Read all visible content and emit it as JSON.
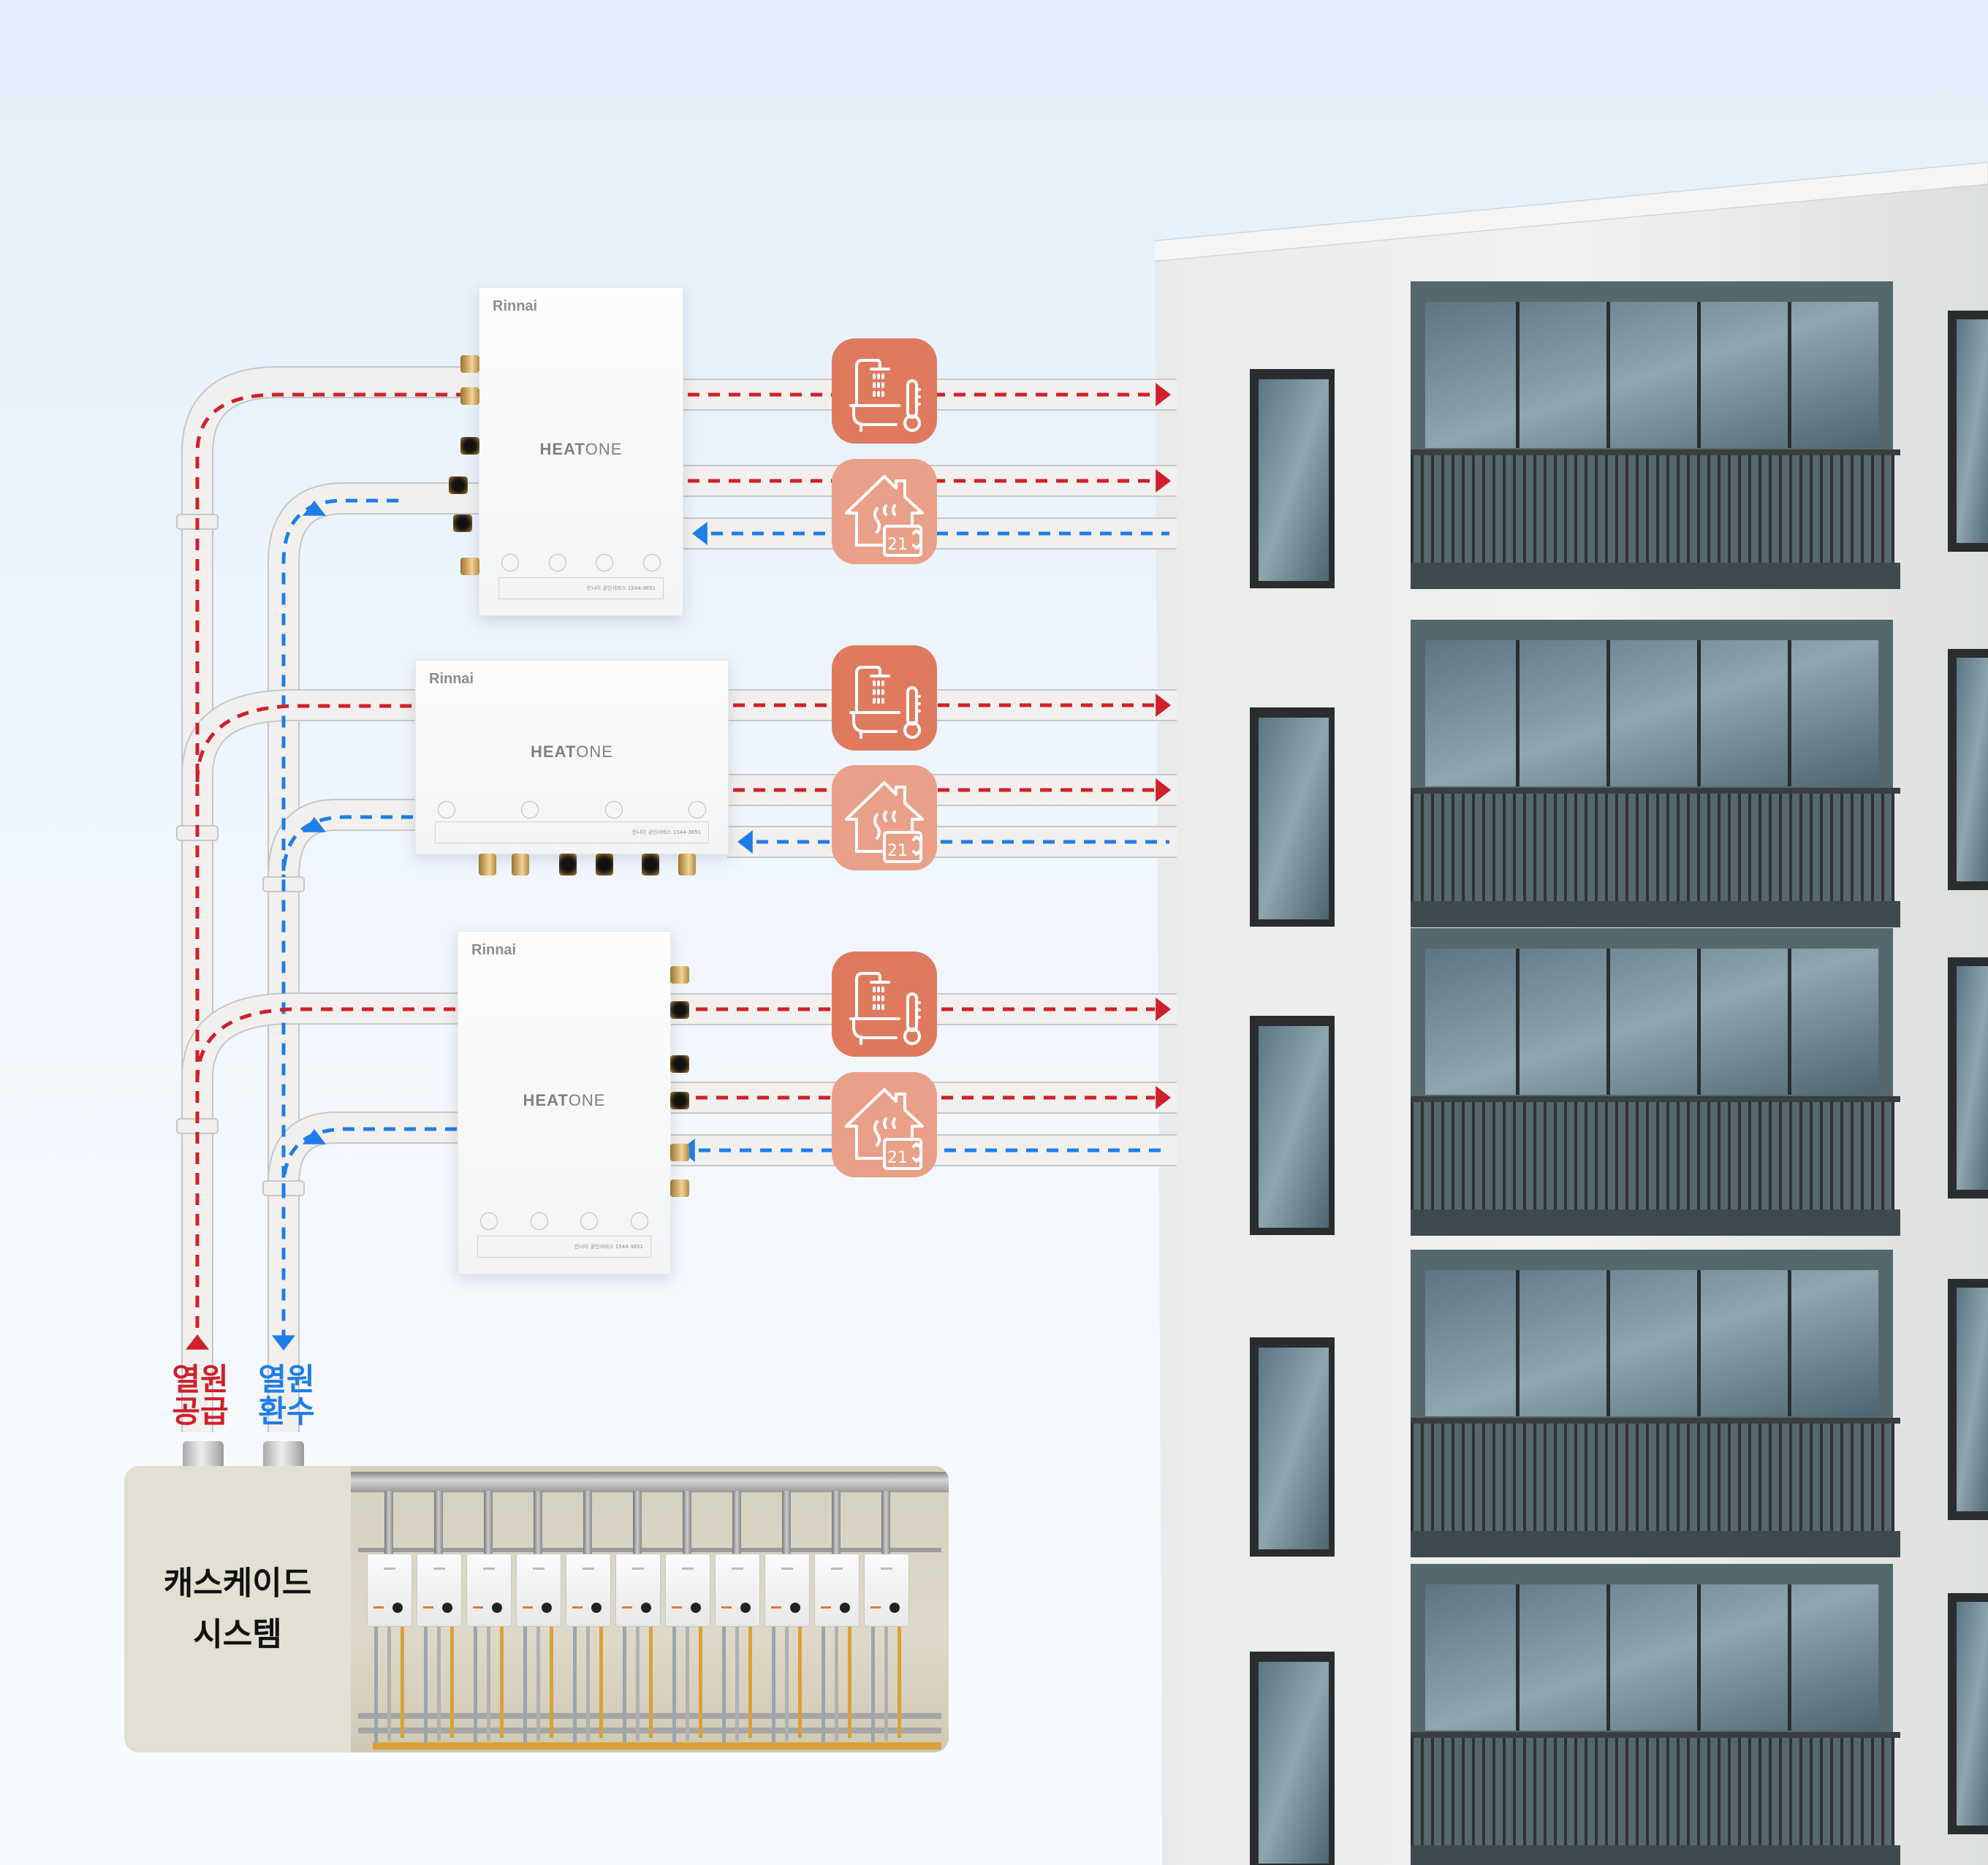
{
  "diagram": {
    "title": "HEATONE cascade heat distribution",
    "supply_label": [
      "열원",
      "공급"
    ],
    "return_label": [
      "열원",
      "환수"
    ],
    "cascade_label": [
      "캐스케이드",
      "시스템"
    ],
    "cascade_boiler_count": 11,
    "colors": {
      "supply": "#d0202b",
      "return": "#1e7ee8",
      "hot_water_icon": "#e07a5f",
      "heating_icon": "#eaa088",
      "pipe": "#f1f0ee",
      "cascade_panel": "#e2e0d2"
    },
    "units": [
      {
        "brand": "Rinnai",
        "logo_main": "HEAT",
        "logo_accent": "ONE",
        "service": "린나이 공인서비스 1544-3651",
        "orientation": "vertical"
      },
      {
        "brand": "Rinnai",
        "logo_main": "HEAT",
        "logo_accent": "ONE",
        "service": "린나이 공인서비스 1544-3651",
        "orientation": "horizontal"
      },
      {
        "brand": "Rinnai",
        "logo_main": "HEAT",
        "logo_accent": "ONE",
        "service": "린나이 공인서비스 1544-3651",
        "orientation": "vertical"
      }
    ],
    "service_icons": [
      {
        "name": "hot-water",
        "icon": "shower-bathtub-thermometer-icon"
      },
      {
        "name": "heating",
        "icon": "house-heating-thermostat-icon",
        "thermostat_value": "21"
      }
    ],
    "building_floors": 5
  }
}
